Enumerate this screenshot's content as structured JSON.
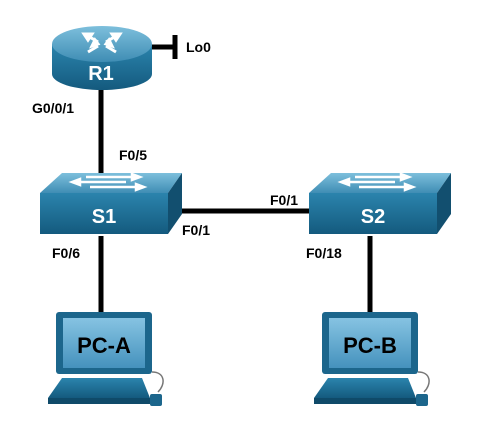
{
  "colors": {
    "link": "#000000",
    "device_top": "#5aa5c8",
    "device_front": "#1f6f96",
    "device_dark": "#155778",
    "screen": "#5fa7cf"
  },
  "devices": {
    "router": {
      "name": "R1",
      "icon": "router-icon"
    },
    "switch1": {
      "name": "S1",
      "icon": "switch-icon"
    },
    "switch2": {
      "name": "S2",
      "icon": "switch-icon"
    },
    "pc_a": {
      "name": "PC-A",
      "icon": "pc-icon"
    },
    "pc_b": {
      "name": "PC-B",
      "icon": "pc-icon"
    }
  },
  "interfaces": {
    "r1_loopback": "Lo0",
    "r1_g001": "G0/0/1",
    "s1_f05": "F0/5",
    "s1_f01": "F0/1",
    "s1_f06": "F0/6",
    "s2_f01": "F0/1",
    "s2_f018": "F0/18"
  }
}
